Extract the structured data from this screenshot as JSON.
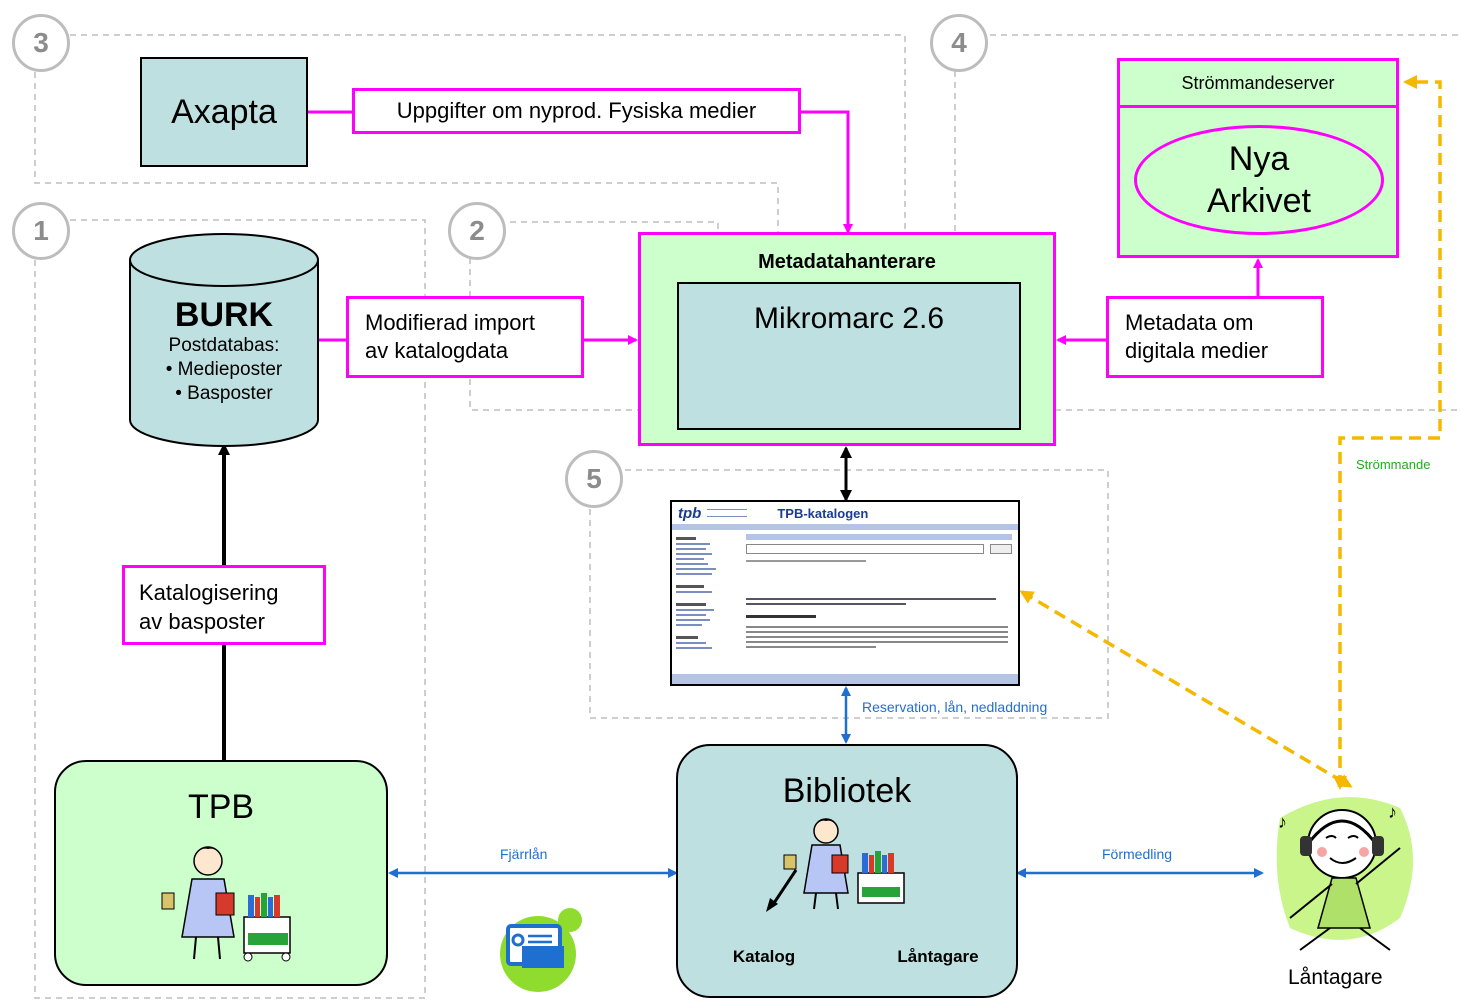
{
  "groups": [
    {
      "number": "1"
    },
    {
      "number": "2"
    },
    {
      "number": "3"
    },
    {
      "number": "4"
    },
    {
      "number": "5"
    }
  ],
  "axapta": {
    "label": "Axapta"
  },
  "axapta_flow": {
    "label": "Uppgifter om nyprod. Fysiska medier"
  },
  "burk": {
    "title": "BURK",
    "subtitle": "Postdatabas:",
    "items": [
      "• Medieposter",
      "• Basposter"
    ]
  },
  "import_flow": {
    "line1": "Modifierad import",
    "line2": "av katalogdata"
  },
  "cataloging_flow": {
    "line1": "Katalogisering",
    "line2": "av basposter"
  },
  "metadata_manager": {
    "title": "Metadatahanterare",
    "system": "Mikromarc 2.6"
  },
  "streaming_server": {
    "title": "Strömmandeserver",
    "archive_line1": "Nya",
    "archive_line2": "Arkivet"
  },
  "digital_metadata_flow": {
    "line1": "Metadata om",
    "line2": "digitala medier"
  },
  "catalog_screenshot": {
    "logo": "tpb",
    "title": "TPB-katalogen"
  },
  "edge_labels": {
    "streaming": "Strömmande",
    "reservation": "Reservation, lån, nedladdning",
    "interlibrary": "Fjärrlån",
    "mediation": "Förmedling"
  },
  "tpb": {
    "label": "TPB"
  },
  "library": {
    "label": "Bibliotek",
    "catalog_db": "Katalog",
    "borrower_db": "Låntagare"
  },
  "borrower": {
    "label": "Låntagare"
  },
  "colors": {
    "pink": "#ff00ff",
    "light_green": "#ccffcc",
    "teal": "#bfe0e0",
    "blue_arrow": "#1f6fd1",
    "orange_dashed": "#f5b800",
    "streaming_label": "#22aa22",
    "group_border": "#bdbdbd"
  }
}
